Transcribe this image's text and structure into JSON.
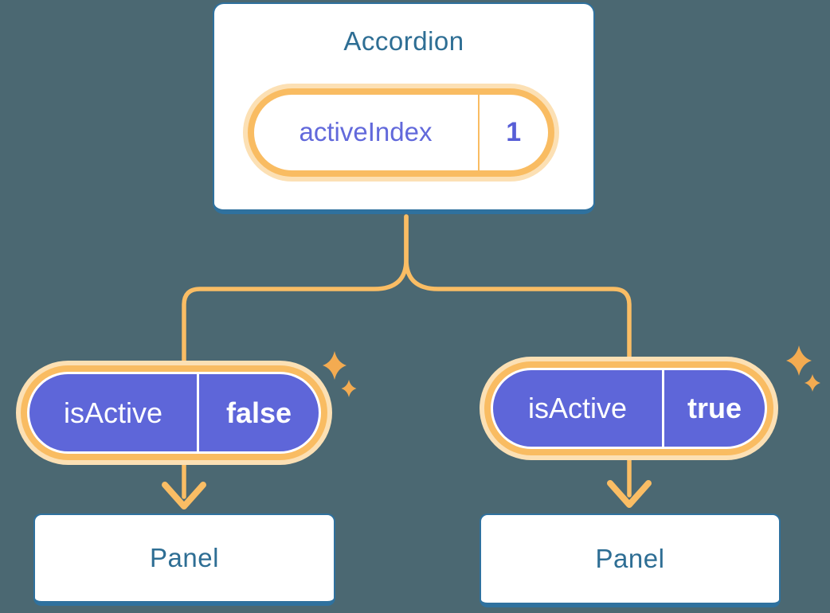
{
  "diagram": {
    "root": {
      "title": "Accordion",
      "prop": {
        "name": "activeIndex",
        "value": "1"
      }
    },
    "children": [
      {
        "prop": {
          "name": "isActive",
          "value": "false"
        },
        "panel_label": "Panel"
      },
      {
        "prop": {
          "name": "isActive",
          "value": "true"
        },
        "panel_label": "Panel"
      }
    ]
  },
  "colors": {
    "background": "#4B6872",
    "card_background": "#FFFFFF",
    "card_border": "#2F719E",
    "heading_text": "#2E6E94",
    "pill_ring": "#F9BC62",
    "pill_halo": "#FCE0B4",
    "connector": "#FABD64",
    "sparkle": "#F3AB51",
    "state_pill_fill": "#5E66D9",
    "state_pill_text": "#FFFFFF",
    "prop_name_text": "#6269DB",
    "prop_value_text": "#575ED6"
  },
  "icons": {
    "sparkle": "four-point-star"
  }
}
